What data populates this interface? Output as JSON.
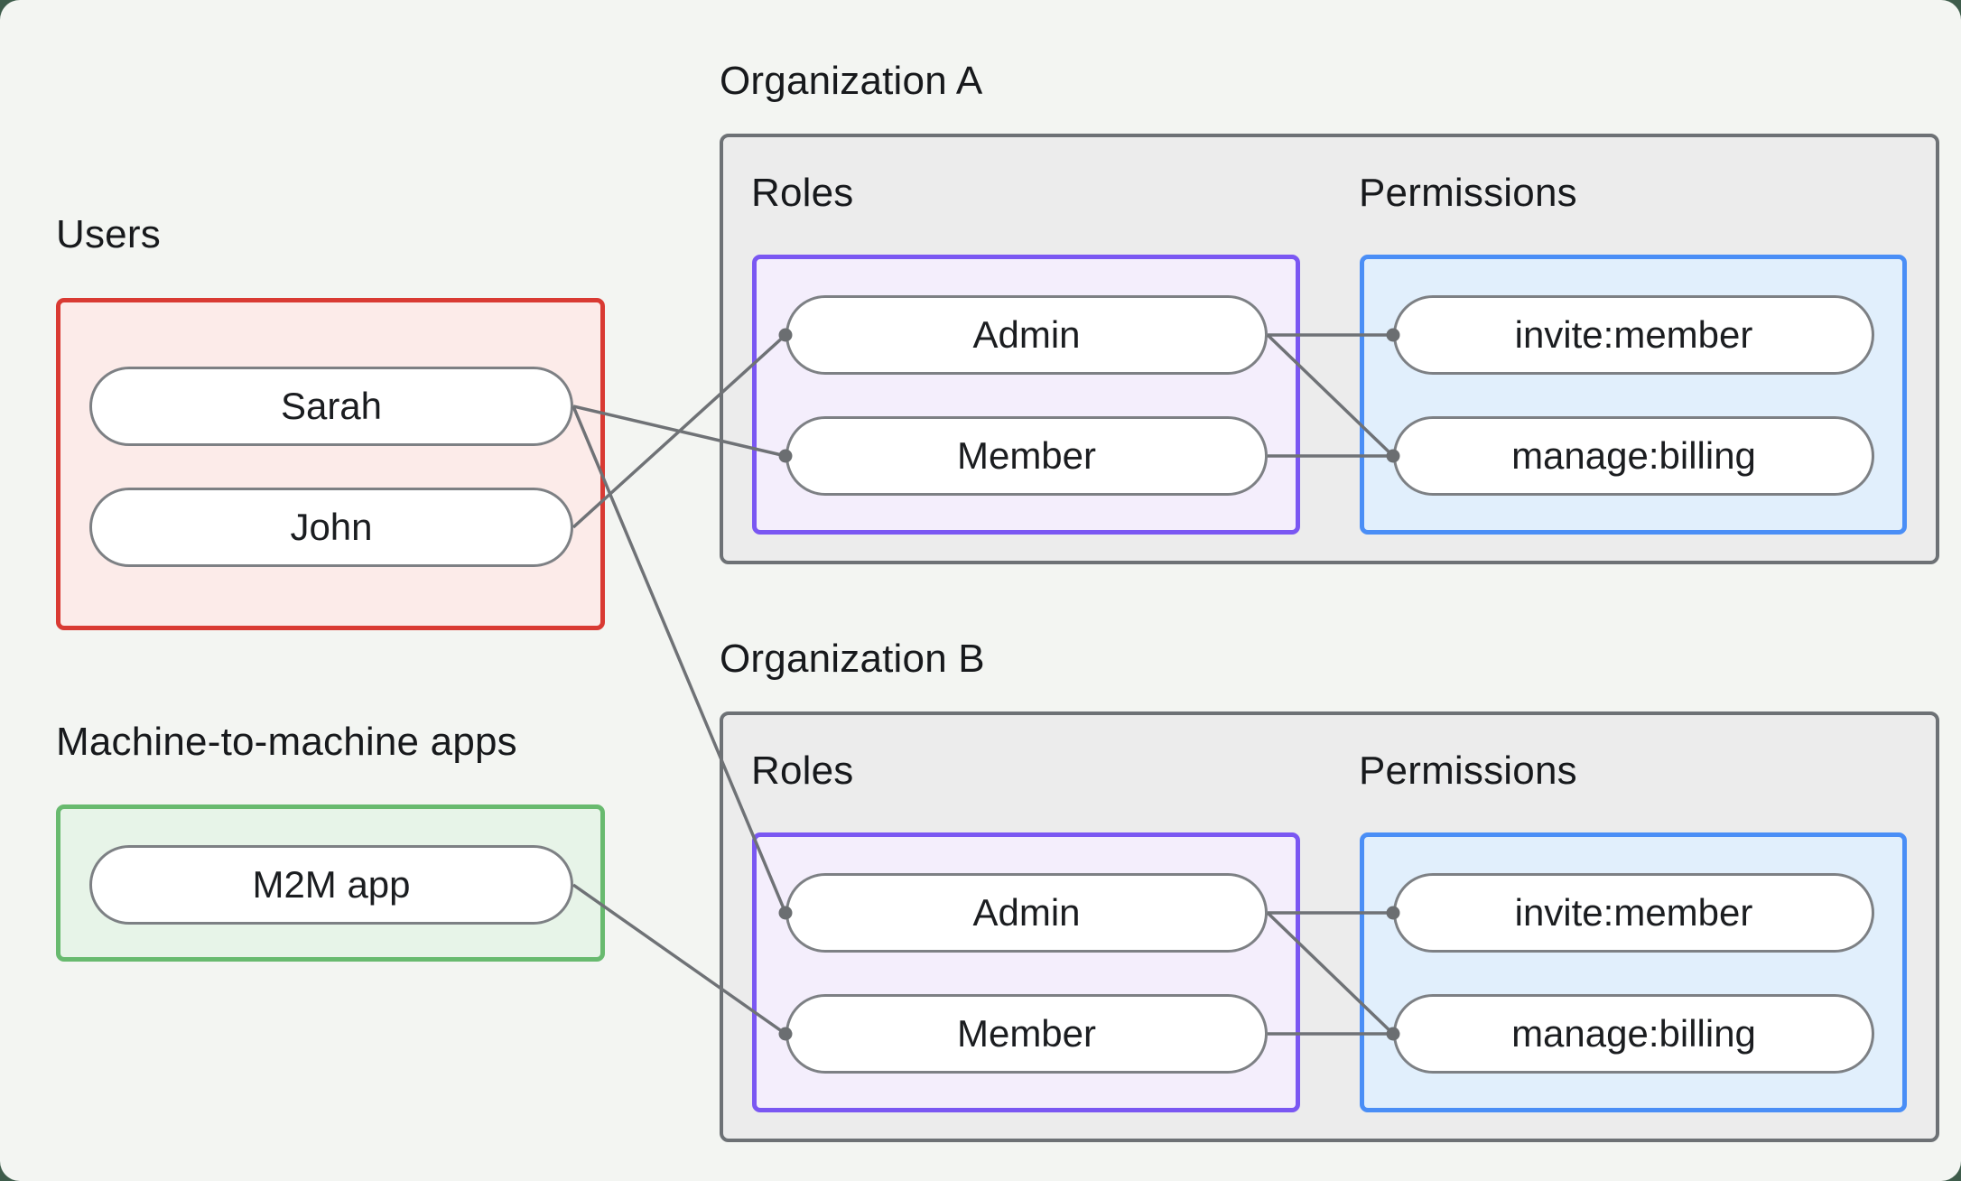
{
  "theme": {
    "outer_background": "#3e5c4b",
    "card_background": "#f3f5f2",
    "text_color": "#17191c",
    "connector_color": "#6f7276",
    "connector_dot_color": "#6b6e71",
    "users_border": "#d93a33",
    "users_fill": "#fcebe9",
    "m2m_border": "#68ba6f",
    "m2m_fill": "#e7f4e8",
    "org_border": "#6d7175",
    "org_fill": "#ececec",
    "roles_border": "#7a57f2",
    "roles_fill": "#f4eefc",
    "permissions_border": "#4a8ef6",
    "permissions_fill": "#e1effc",
    "pill_border": "#7d8084",
    "pill_fill": "#ffffff"
  },
  "users_group": {
    "label": "Users",
    "items": [
      "Sarah",
      "John"
    ]
  },
  "m2m_group": {
    "label": "Machine-to-machine apps",
    "items": [
      "M2M app"
    ]
  },
  "organizations": [
    {
      "title": "Organization A",
      "roles_label": "Roles",
      "permissions_label": "Permissions",
      "roles": [
        "Admin",
        "Member"
      ],
      "permissions": [
        "invite:member",
        "manage:billing"
      ]
    },
    {
      "title": "Organization B",
      "roles_label": "Roles",
      "permissions_label": "Permissions",
      "roles": [
        "Admin",
        "Member"
      ],
      "permissions": [
        "invite:member",
        "manage:billing"
      ]
    }
  ],
  "edges": [
    {
      "from": "sarah",
      "to": "orgA-member"
    },
    {
      "from": "john",
      "to": "orgA-admin"
    },
    {
      "from": "sarah",
      "to": "orgB-admin"
    },
    {
      "from": "m2m-app",
      "to": "orgB-member"
    },
    {
      "from": "orgA-admin",
      "to": "orgA-invite"
    },
    {
      "from": "orgA-admin",
      "to": "orgA-manage"
    },
    {
      "from": "orgA-member",
      "to": "orgA-manage"
    },
    {
      "from": "orgB-admin",
      "to": "orgB-invite"
    },
    {
      "from": "orgB-admin",
      "to": "orgB-manage"
    },
    {
      "from": "orgB-member",
      "to": "orgB-manage"
    }
  ]
}
